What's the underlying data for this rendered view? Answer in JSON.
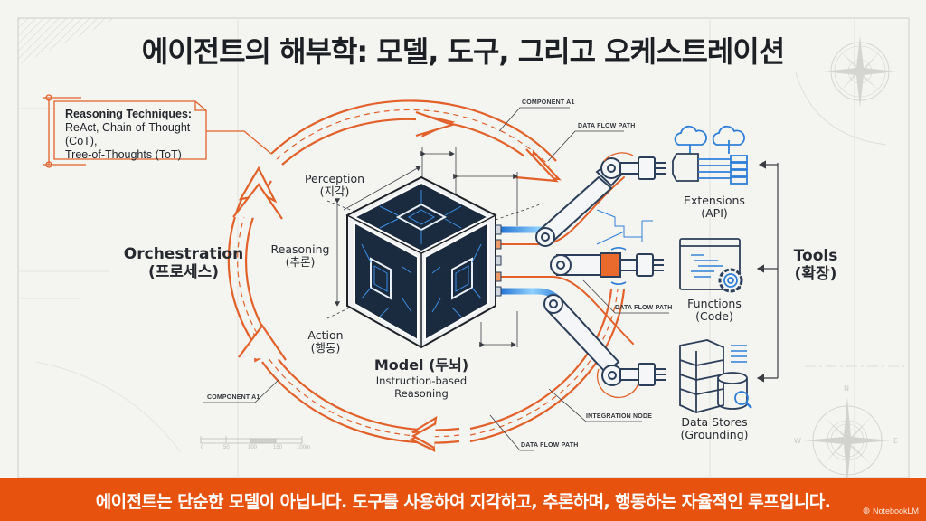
{
  "title": "에이전트의 해부학: 모델, 도구, 그리고 오케스트레이션",
  "reasoning_box": {
    "heading": "Reasoning Techniques:",
    "line2": "ReAct, Chain-of-Thought (CoT),",
    "line3": "Tree-of-Thoughts (ToT)"
  },
  "orchestration": {
    "label": "Orchestration",
    "sub": "(프로세스)"
  },
  "stages": [
    {
      "label": "Perception",
      "sub": "(지각)"
    },
    {
      "label": "Reasoning",
      "sub": "(추론)"
    },
    {
      "label": "Action",
      "sub": "(행동)"
    }
  ],
  "model": {
    "label": "Model (두뇌)",
    "sub1": "Instruction-based",
    "sub2": "Reasoning"
  },
  "tools": {
    "label": "Tools",
    "sub": "(확장)",
    "items": [
      {
        "label": "Extensions",
        "sub": "(API)",
        "icon": "cloud-api-icon"
      },
      {
        "label": "Functions",
        "sub": "(Code)",
        "icon": "code-gear-icon"
      },
      {
        "label": "Data Stores",
        "sub": "(Grounding)",
        "icon": "database-search-icon"
      }
    ]
  },
  "callouts": {
    "component_top": "COMPONENT A1",
    "flow_top": "DATA FLOW PATH",
    "flow_mid": "DATA FLOW PATH",
    "integration": "INTEGRATION NODE",
    "flow_bottom": "DATA FLOW PATH",
    "component_bottom": "COMPONENT A1"
  },
  "scale_bar": {
    "ticks": [
      "0",
      "50",
      "100",
      "150",
      "100m"
    ]
  },
  "compass": {
    "n": "N",
    "w": "W",
    "e": "E"
  },
  "footer": {
    "text": "에이전트는 단순한 모델이 아닙니다. 도구를 사용하여 지각하고, 추론하며, 행동하는 자율적인 루프입니다.",
    "brand": "NotebookLM"
  },
  "colors": {
    "accent": "#e8520f",
    "loop": "#e2612a",
    "ink": "#1f2328",
    "blue": "#2f7fd8",
    "navy": "#2c3f5a"
  }
}
